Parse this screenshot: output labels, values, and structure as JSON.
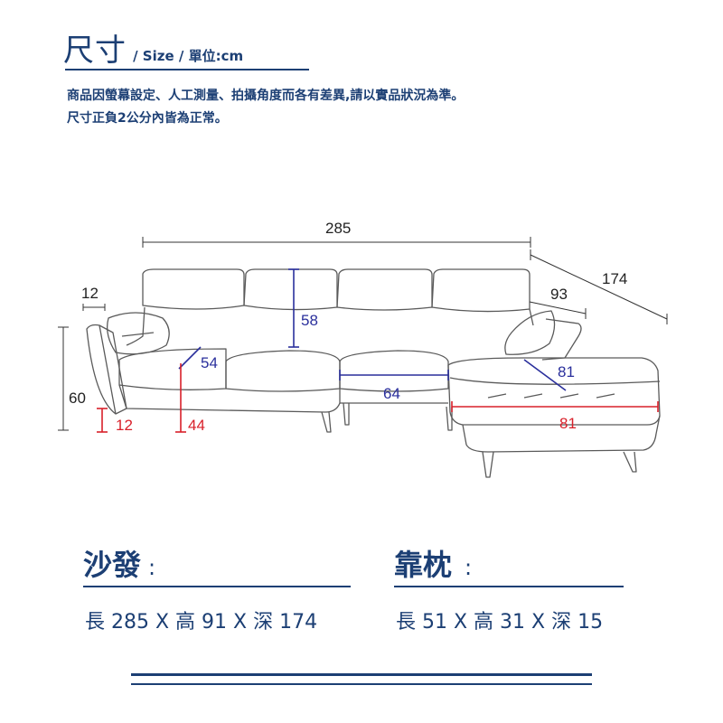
{
  "header": {
    "title": "尺寸",
    "subtitle": "/ Size / 單位:cm",
    "note_line1": "商品因螢幕設定、人工測量、拍攝角度而各有差異,請以實品狀況為準。",
    "note_line2": "尺寸正負2公分內皆為正常。"
  },
  "dimensions": {
    "width_total": "285",
    "depth_total": "174",
    "chaise_width": "93",
    "arm_width": "12",
    "back_height": "58",
    "back_rest": "54",
    "seat_depth": "64",
    "chaise_depth": "81",
    "total_height": "60",
    "leg_height": "12",
    "seat_height": "44",
    "ottoman_width": "81"
  },
  "colors": {
    "navy": "#1c3f74",
    "measure_blue": "#2a2f9c",
    "measure_red": "#d8202a"
  },
  "specs": {
    "sofa": {
      "title": "沙發",
      "colon": ":",
      "line": "長 285 X 高 91 X 深 174"
    },
    "pillow": {
      "title": "靠枕",
      "colon": ":",
      "line": "長 51 X 高 31 X 深 15"
    }
  }
}
